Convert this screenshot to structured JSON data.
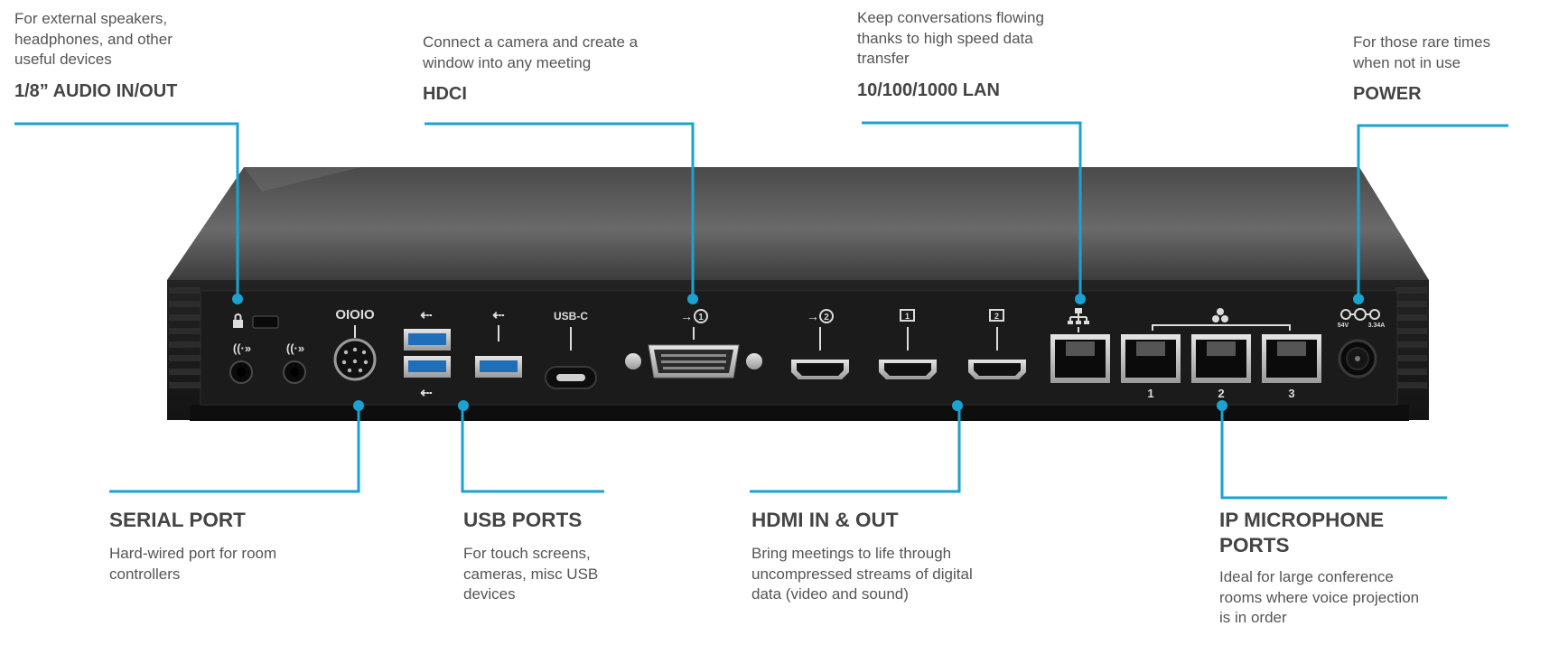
{
  "colors": {
    "accent": "#1aa3d1",
    "device_body": "#1e1e1e",
    "device_top": "#555555",
    "port_metal": "#c8c8c8"
  },
  "callouts": {
    "audio": {
      "title": "1/8” AUDIO IN/OUT",
      "desc": [
        "For external speakers,",
        "headphones, and other",
        "useful devices"
      ]
    },
    "hdci": {
      "title": "HDCI",
      "desc": [
        "Connect a camera and create a",
        "window into any meeting"
      ]
    },
    "lan": {
      "title": "10/100/1000 LAN",
      "desc": [
        "Keep conversations flowing",
        "thanks to high speed data",
        "transfer"
      ]
    },
    "power": {
      "title": "POWER",
      "desc": [
        "For those rare times",
        "when not in use"
      ]
    },
    "serial": {
      "title": "SERIAL PORT",
      "desc": [
        "Hard-wired port for room",
        "controllers"
      ]
    },
    "usb": {
      "title": "USB PORTS",
      "desc": [
        "For touch screens,",
        "cameras, misc USB",
        "devices"
      ]
    },
    "hdmi": {
      "title": "HDMI IN & OUT",
      "desc": [
        "Bring meetings to life through",
        "uncompressed streams of digital",
        "data (video and sound)"
      ]
    },
    "mic": {
      "title": [
        "IP MICROPHONE",
        "PORTS"
      ],
      "desc": [
        "Ideal for large conference",
        "rooms where voice projection",
        "is in order"
      ]
    }
  },
  "device_labels": {
    "serial_glyph": "OIOIO",
    "usb_c": "USB-C",
    "hdci_in": "1",
    "hdmi_in": "2",
    "hdmi_out_1": "1",
    "hdmi_out_2": "2",
    "mic_ports": [
      "1",
      "2",
      "3"
    ],
    "power_rating_v": "54V",
    "power_rating_a": "3.34A"
  },
  "icons": [
    "lock-icon",
    "audio-in-icon",
    "audio-out-icon",
    "usb-icon",
    "video-in-icon",
    "monitor-icon",
    "network-icon",
    "microphone-icon",
    "dc-power-icon"
  ]
}
